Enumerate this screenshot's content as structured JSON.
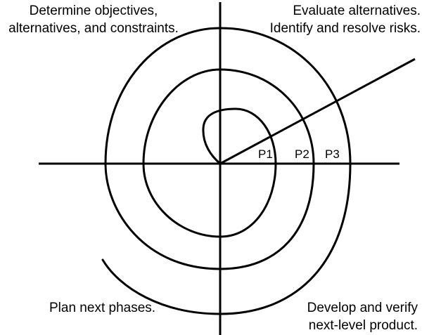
{
  "quadrants": {
    "top_left": {
      "line1": "Determine objectives,",
      "line2": "alternatives, and constraints."
    },
    "top_right": {
      "line1": "Evaluate alternatives.",
      "line2": "Identify and resolve risks."
    },
    "bottom_left": {
      "line1": "Plan next phases."
    },
    "bottom_right": {
      "line1": "Develop and verify",
      "line2": "next-level product."
    }
  },
  "phases": [
    "P1",
    "P2",
    "P3"
  ],
  "colors": {
    "stroke": "#000000",
    "background": "#ffffff"
  }
}
